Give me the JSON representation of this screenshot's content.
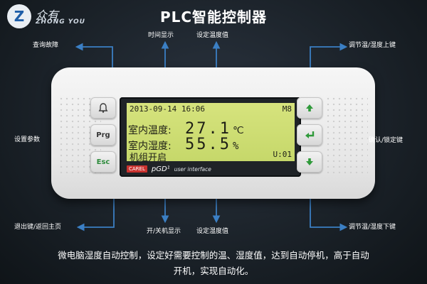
{
  "logo": {
    "mark": "Z",
    "chinese": "众有",
    "english": "ZHONG YOU"
  },
  "title": "PLC智能控制器",
  "labels": {
    "fault_query": "查询故障",
    "time_display": "时间显示",
    "set_humidity_top": "设定温度值",
    "temp_humidity_up": "调节温/湿度上键",
    "set_params": "设置参数",
    "confirm_lock": "确认/锁定键",
    "exit_home": "退出键/返回主页",
    "onoff_display": "开/关机显示",
    "set_humidity_bottom": "设定湿度值",
    "temp_humidity_down": "调节温/湿度下键"
  },
  "description": {
    "line1": "微电脑湿度自动控制，设定好需要控制的温、湿度值，达到自动停机，高于自动",
    "line2": "开机，实现自动化。"
  },
  "device": {
    "buttons": {
      "prg": "Prg",
      "esc": "Esc"
    },
    "icons": {
      "alarm": "bell-icon",
      "up": "up-arrow-icon",
      "enter": "enter-icon",
      "down": "down-arrow-icon"
    },
    "lcd": {
      "datetime": "2013-09-14  16:06",
      "mode": "M8",
      "row1_label": "室内温度:",
      "row1_value": "27.1",
      "row1_unit": "℃",
      "row2_label": "室内湿度:",
      "row2_value": "55.5",
      "row2_unit": "%",
      "status": "机组开启",
      "unit_id": "U:01"
    },
    "brand": {
      "badge": "CAREL",
      "model": "pGD¹",
      "subtitle": "user interface"
    }
  },
  "colors": {
    "background": "#1b2229",
    "lcd": "#cbdc72",
    "line": "#3b7fc4",
    "esc_text": "#2e8b3c",
    "arrow_green": "#2f9a3a"
  }
}
